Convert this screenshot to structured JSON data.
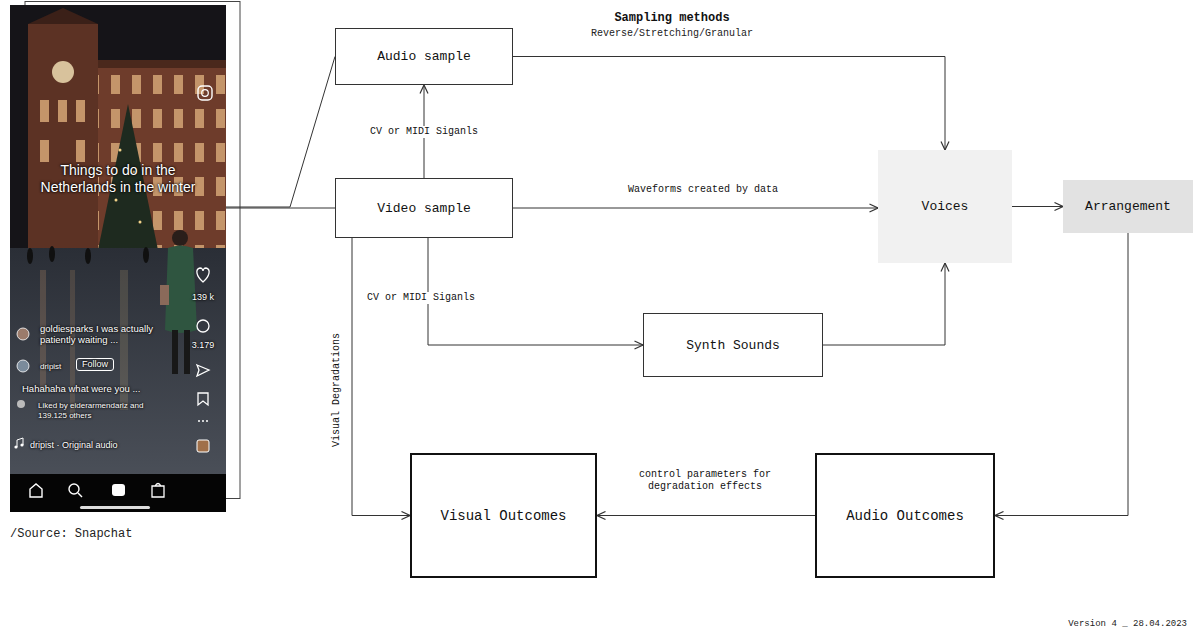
{
  "diagram": {
    "nodes": [
      {
        "text": [
          "Things to do in the Netherlands in the winter",
          "139 k",
          "3.179",
          "goldiesparks I was actually patiently waiting ...",
          "dripist",
          "Follow",
          "Hahahaha what were you ...",
          "Liked by eiderarmendariz and 139.125 others",
          "dripist · Original audio"
        ]
      },
      {
        "text": [
          "Audio sample"
        ]
      },
      {
        "text": [
          "Video sample"
        ]
      },
      {
        "text": [
          "Synth Sounds"
        ]
      },
      {
        "text": [
          "Voices"
        ]
      },
      {
        "text": [
          "Arrangement"
        ]
      },
      {
        "text": [
          "Visual Outcomes"
        ]
      },
      {
        "text": [
          "Audio Outcomes"
        ]
      }
    ],
    "edges": [
      {
        "from": 0,
        "to": 1,
        "arrow": "none"
      },
      {
        "from": 0,
        "to": 2,
        "arrow": "none"
      },
      {
        "from": 2,
        "to": 1,
        "arrow": "to",
        "label": "CV or MIDI Siganls"
      },
      {
        "from": 1,
        "to": 4,
        "arrow": "to",
        "label": "Sampling methods"
      },
      {
        "from": 2,
        "to": 4,
        "arrow": "to",
        "label": "Waveforms created by data"
      },
      {
        "from": 2,
        "to": 3,
        "arrow": "to",
        "label": "CV or MIDI Siganls"
      },
      {
        "from": 3,
        "to": 4,
        "arrow": "to"
      },
      {
        "from": 4,
        "to": 5,
        "arrow": "to"
      },
      {
        "from": 5,
        "to": 7,
        "arrow": "to"
      },
      {
        "from": 7,
        "to": 6,
        "arrow": "to",
        "label": "control parameters for degradation effects"
      },
      {
        "from": 2,
        "to": 6,
        "arrow": "to",
        "label": "Visual Degradations"
      }
    ],
    "labels": [
      "/Source: Snapchat",
      "Reverse/Stretching/Granular",
      "Version 4 _ 28.04.2023"
    ]
  }
}
